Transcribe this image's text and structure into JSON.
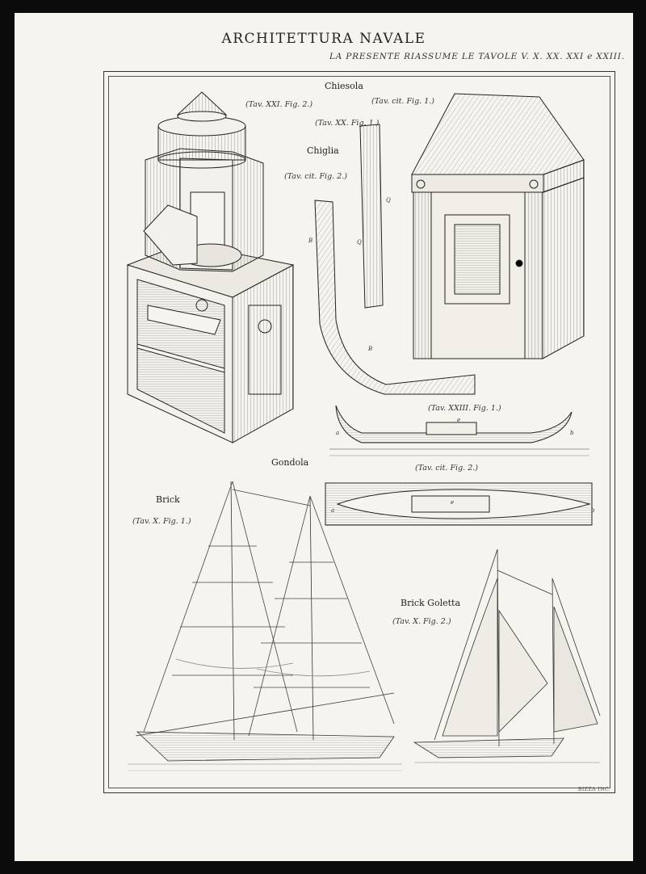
{
  "plate": {
    "title": "ARCHITETTURA NAVALE",
    "subtitle": "LA PRESENTE RIASSUME LE TAVOLE V. X. XX. XXI e XXIII.",
    "credit": "BIZZA INC."
  },
  "labels": {
    "chiesola": "Chiesola",
    "chiglia": "Chiglia",
    "gondola": "Gondola",
    "brick": "Brick",
    "brick_goletta": "Brick Goletta"
  },
  "refs": {
    "r1": "(Tav. XXI. Fig. 2.)",
    "r2": "(Tav. cit. Fig. 1.)",
    "r3": "(Tav. XX. Fig. 1.)",
    "r4": "(Tav. cit. Fig. 2.)",
    "r5": "(Tav. XXIII. Fig. 1.)",
    "r6": "(Tav. cit. Fig. 2.)",
    "r7": "(Tav. X. Fig. 1.)",
    "r8": "(Tav. X. Fig. 2.)"
  },
  "letters": {
    "b": "B",
    "q": "Q",
    "a": "a",
    "bb": "b",
    "e": "e"
  }
}
